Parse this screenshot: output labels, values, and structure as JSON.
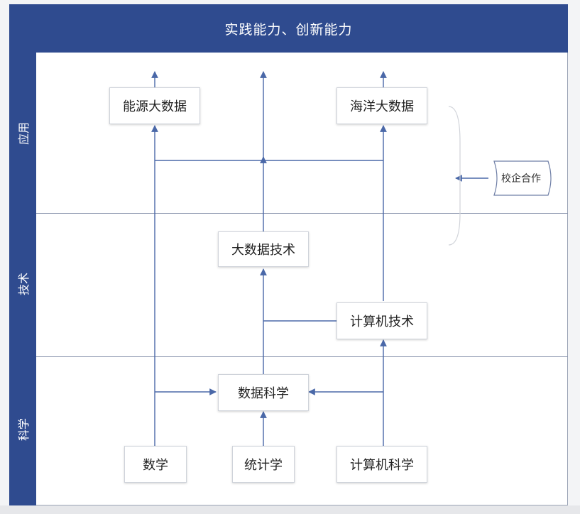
{
  "header": {
    "title": "实践能力、创新能力"
  },
  "bands": [
    {
      "id": "application",
      "label": "应用"
    },
    {
      "id": "technology",
      "label": "技术"
    },
    {
      "id": "science",
      "label": "科学"
    }
  ],
  "nodes": {
    "energy_big_data": "能源大数据",
    "ocean_big_data": "海洋大数据",
    "big_data_tech": "大数据技术",
    "computer_tech": "计算机技术",
    "data_science": "数据科学",
    "mathematics": "数学",
    "statistics": "统计学",
    "computer_science": "计算机科学"
  },
  "callout": {
    "label": "校企合作"
  },
  "colors": {
    "accent": "#2f4b8f",
    "line": "#4a68a8",
    "divider": "#8b95ad"
  }
}
